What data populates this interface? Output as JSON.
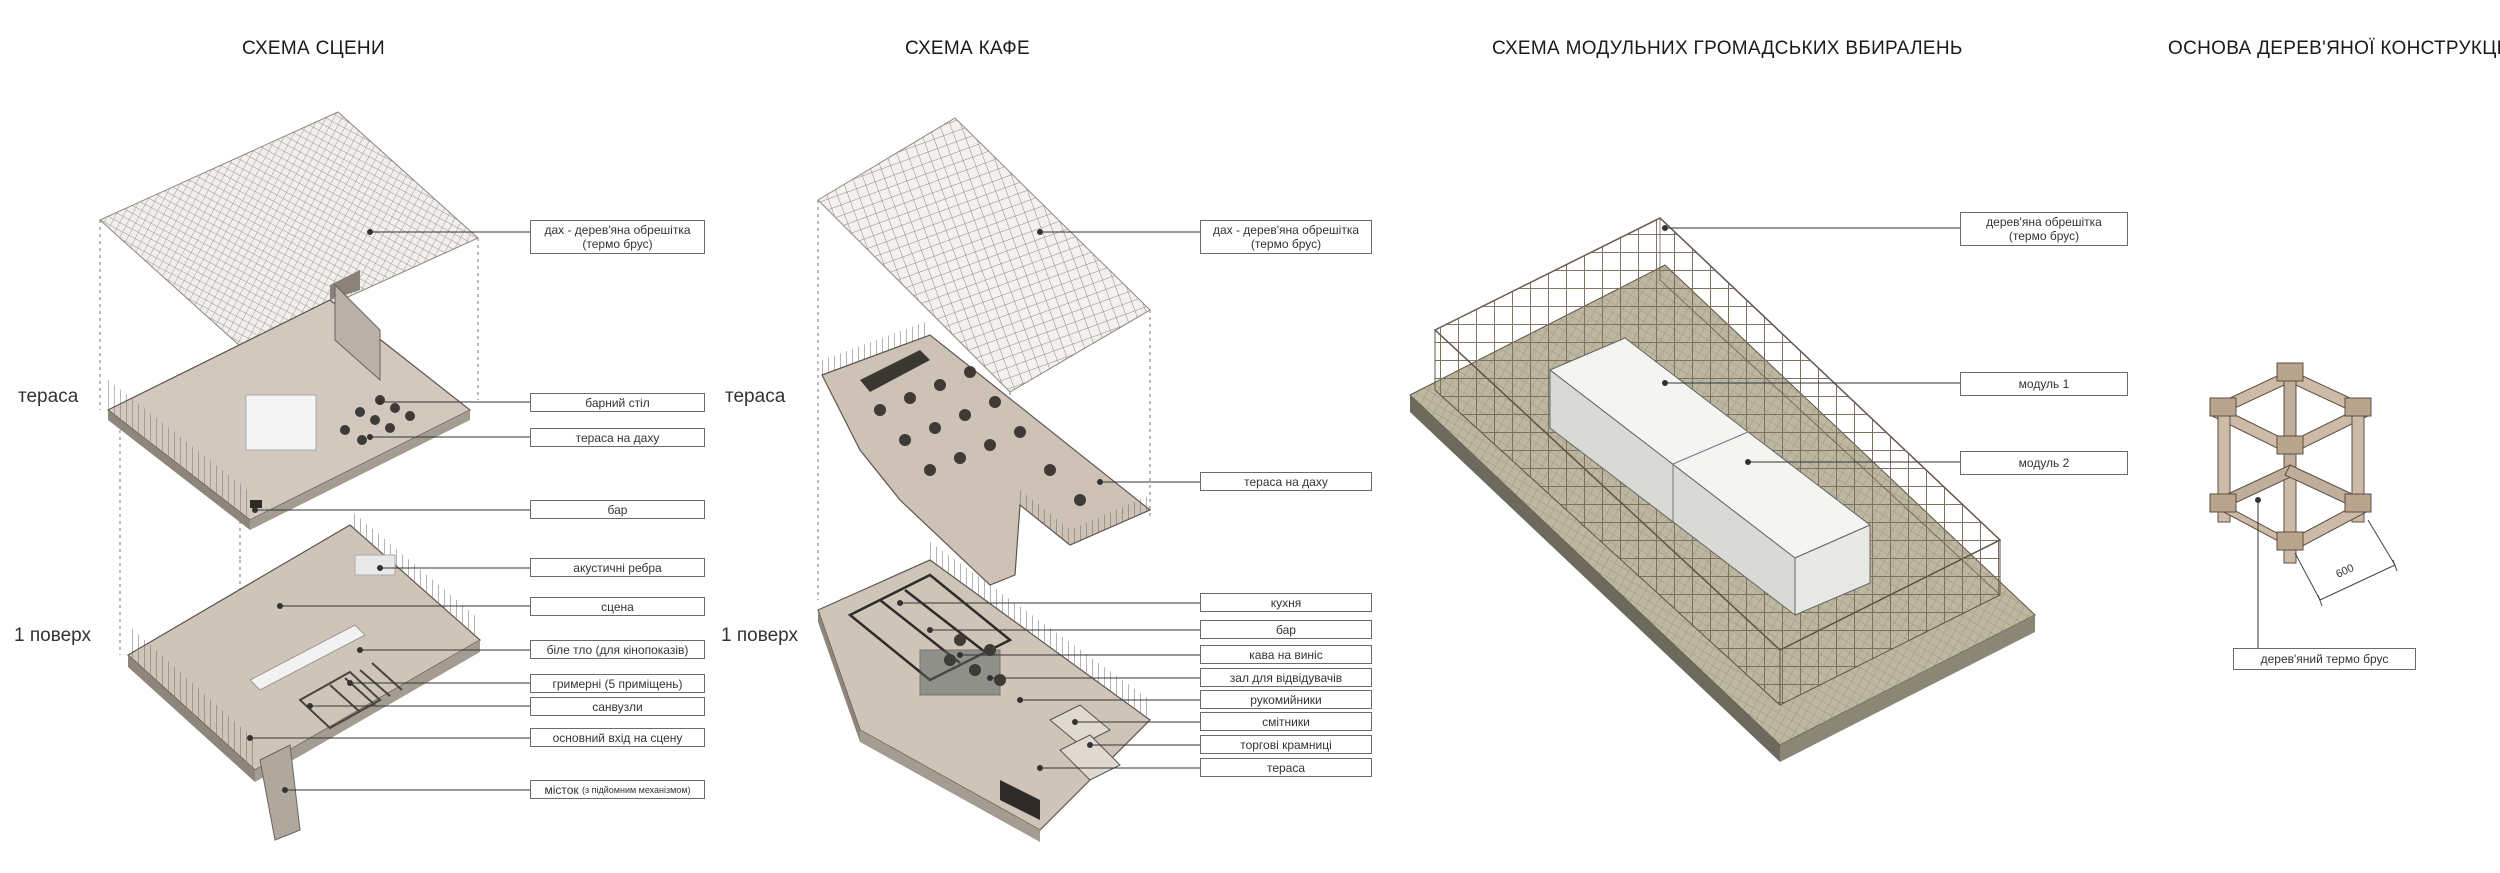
{
  "titles": {
    "stage": "СХЕМА СЦЕНИ",
    "cafe": "СХЕМА КАФЕ",
    "toilets": "СХЕМА МОДУЛЬНИХ ГРОМАДСЬКИХ ВБИРАЛЕНЬ",
    "wood": "ОСНОВА ДЕРЕВ'ЯНОЇ КОНСТРУКЦІЇ"
  },
  "levels": {
    "stage_terrace": "тераса",
    "stage_floor1": "1 поверх",
    "cafe_terrace": "тераса",
    "cafe_floor1": "1 поверх"
  },
  "stage_labels": {
    "roof": "дах - дерев'яна обрешітка",
    "roof_sub": "(термо брус)",
    "bar_table": "барний стіл",
    "roof_terrace": "тераса на даху",
    "bar": "бар",
    "acoustic": "акустичні ребра",
    "scene": "сцена",
    "white_bg": "біле тло (для кінопоказів)",
    "dressing": "гримерні (5 приміщень)",
    "wc": "санвузли",
    "entrance": "основний вхід на сцену",
    "bridge": "місток",
    "bridge_sub": "(з підйомним механізмом)"
  },
  "cafe_labels": {
    "roof": "дах - дерев'яна обрешітка",
    "roof_sub": "(термо брус)",
    "roof_terrace": "тераса на даху",
    "kitchen": "кухня",
    "bar": "бар",
    "takeaway": "кава на виніс",
    "hall": "зал для відвідувачів",
    "sinks": "рукомийники",
    "bins": "смітники",
    "shops": "торгові крамниці",
    "terrace": "тераса"
  },
  "toilet_labels": {
    "lattice": "дерев'яна обрешітка",
    "lattice_sub": "(термо брус)",
    "module1": "модуль 1",
    "module2": "модуль 2"
  },
  "wood_labels": {
    "dimension": "600",
    "beam": "дерев'яний термо брус"
  }
}
